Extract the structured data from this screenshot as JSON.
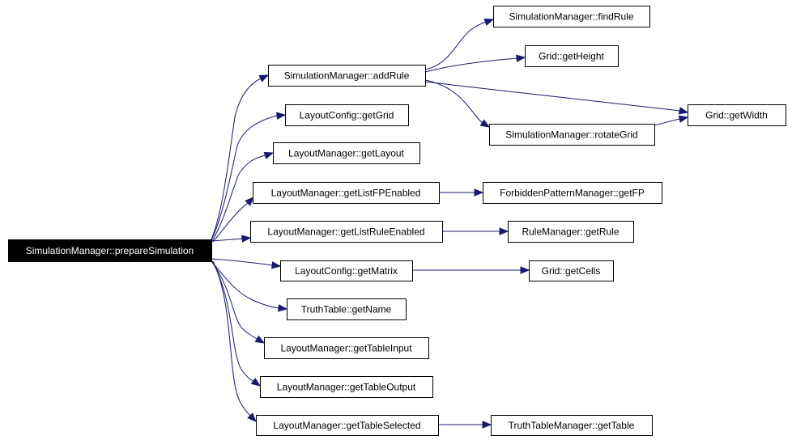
{
  "diagram": {
    "type": "call-graph",
    "edge_color": "#191970",
    "root": "prepareSimulation",
    "nodes": [
      {
        "id": "prepareSimulation",
        "label": "SimulationManager::prepareSimulation",
        "root": true
      },
      {
        "id": "addRule",
        "label": "SimulationManager::addRule"
      },
      {
        "id": "getGrid",
        "label": "LayoutConfig::getGrid"
      },
      {
        "id": "getLayout",
        "label": "LayoutManager::getLayout"
      },
      {
        "id": "getListFPEnabled",
        "label": "LayoutManager::getListFPEnabled"
      },
      {
        "id": "getListRuleEnabled",
        "label": "LayoutManager::getListRuleEnabled"
      },
      {
        "id": "getMatrix",
        "label": "LayoutConfig::getMatrix"
      },
      {
        "id": "getName",
        "label": "TruthTable::getName"
      },
      {
        "id": "getTableInput",
        "label": "LayoutManager::getTableInput"
      },
      {
        "id": "getTableOutput",
        "label": "LayoutManager::getTableOutput"
      },
      {
        "id": "getTableSelected",
        "label": "LayoutManager::getTableSelected"
      },
      {
        "id": "findRule",
        "label": "SimulationManager::findRule"
      },
      {
        "id": "getHeight",
        "label": "Grid::getHeight"
      },
      {
        "id": "getWidth",
        "label": "Grid::getWidth"
      },
      {
        "id": "rotateGrid",
        "label": "SimulationManager::rotateGrid"
      },
      {
        "id": "getFP",
        "label": "ForbiddenPatternManager::getFP"
      },
      {
        "id": "getRule",
        "label": "RuleManager::getRule"
      },
      {
        "id": "getCells",
        "label": "Grid::getCells"
      },
      {
        "id": "getTable",
        "label": "TruthTableManager::getTable"
      }
    ],
    "edges": [
      {
        "from": "prepareSimulation",
        "to": "addRule"
      },
      {
        "from": "prepareSimulation",
        "to": "getGrid"
      },
      {
        "from": "prepareSimulation",
        "to": "getLayout"
      },
      {
        "from": "prepareSimulation",
        "to": "getListFPEnabled"
      },
      {
        "from": "prepareSimulation",
        "to": "getListRuleEnabled"
      },
      {
        "from": "prepareSimulation",
        "to": "getMatrix"
      },
      {
        "from": "prepareSimulation",
        "to": "getName"
      },
      {
        "from": "prepareSimulation",
        "to": "getTableInput"
      },
      {
        "from": "prepareSimulation",
        "to": "getTableOutput"
      },
      {
        "from": "prepareSimulation",
        "to": "getTableSelected"
      },
      {
        "from": "addRule",
        "to": "findRule"
      },
      {
        "from": "addRule",
        "to": "getHeight"
      },
      {
        "from": "addRule",
        "to": "getWidth"
      },
      {
        "from": "addRule",
        "to": "rotateGrid"
      },
      {
        "from": "rotateGrid",
        "to": "getWidth"
      },
      {
        "from": "getListFPEnabled",
        "to": "getFP"
      },
      {
        "from": "getListRuleEnabled",
        "to": "getRule"
      },
      {
        "from": "getMatrix",
        "to": "getCells"
      },
      {
        "from": "getTableSelected",
        "to": "getTable"
      }
    ]
  }
}
